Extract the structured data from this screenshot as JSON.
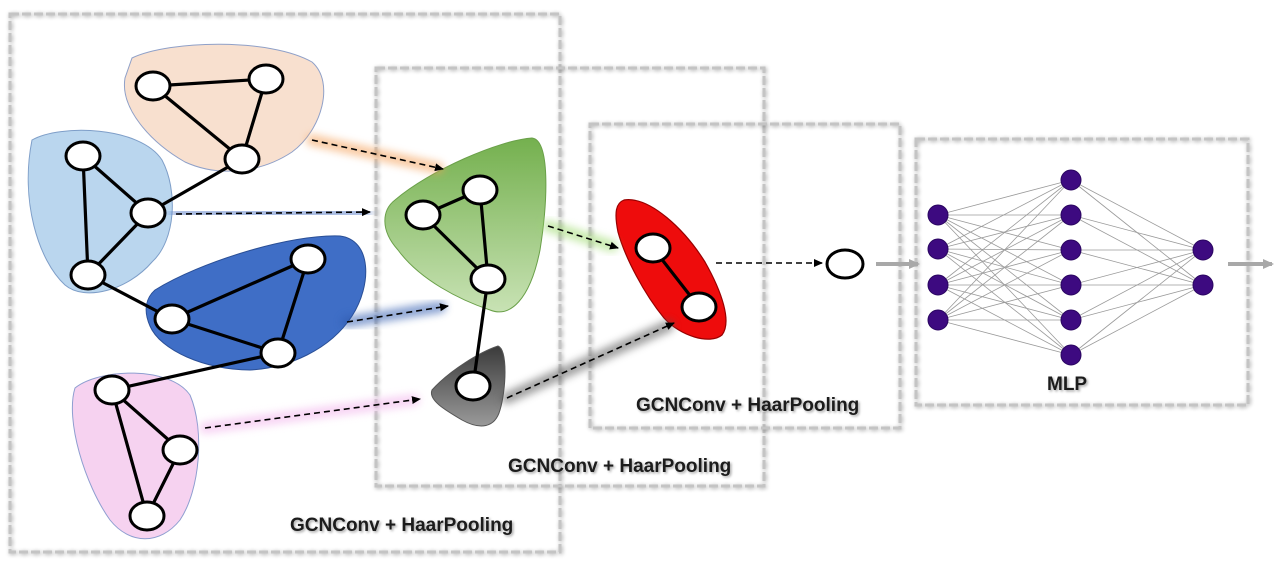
{
  "stages": [
    {
      "label": "GCNConv + HaarPooling"
    },
    {
      "label": "GCNConv + HaarPooling"
    },
    {
      "label": "GCNConv + HaarPooling"
    }
  ],
  "mlp": {
    "label": "MLP",
    "layer_sizes": [
      4,
      6,
      2
    ],
    "neuron_color": "#3d0a80"
  },
  "colors": {
    "cluster_peach": "#f8e0cf",
    "cluster_lightblue": "#bad6ee",
    "cluster_darkblue": "#3f6ec6",
    "cluster_pink": "#f6d2f0",
    "cluster_green": "#a9cf8c",
    "cluster_gray": "#6e6e6e",
    "cluster_red": "#ee0c0c",
    "box_border": "#c4c4c4",
    "arrow_gray": "#a8a8a8"
  }
}
